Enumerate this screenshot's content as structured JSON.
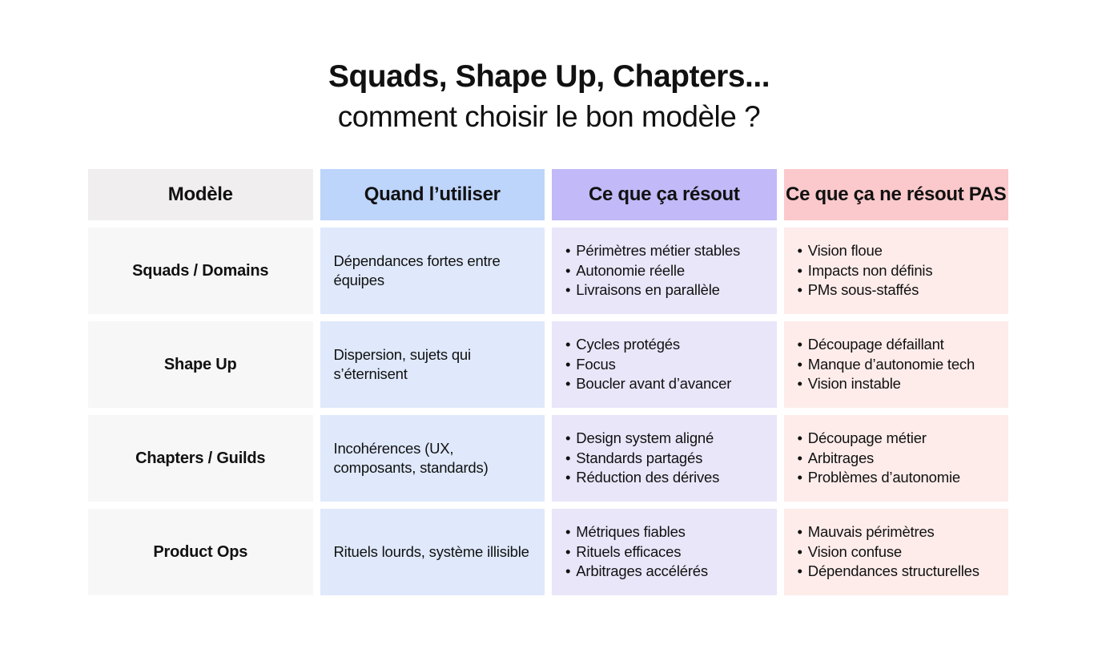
{
  "title": {
    "line1": "Squads, Shape Up, Chapters...",
    "line2": "comment choisir le bon modèle ?"
  },
  "colors": {
    "header_gray": "#f0eeee",
    "header_blue": "#bdd4fb",
    "header_purple": "#c1b9f8",
    "header_pink": "#fbc9cb",
    "body_gray": "#f8f7f7",
    "body_blue": "#dfe9fb",
    "body_purple": "#e9e6fa",
    "body_pink": "#fdecea",
    "text": "#111111",
    "background": "#ffffff"
  },
  "table": {
    "headers": [
      "Modèle",
      "Quand l’utiliser",
      "Ce que ça résout",
      "Ce que ça ne résout PAS"
    ],
    "rows": [
      {
        "model": "Squads / Domains",
        "when": "Dépendances fortes entre équipes",
        "solves": [
          "Périmètres métier stables",
          "Autonomie réelle",
          "Livraisons en parallèle"
        ],
        "not_solves": [
          "Vision floue",
          "Impacts non définis",
          "PMs sous-staffés"
        ]
      },
      {
        "model": "Shape Up",
        "when": "Dispersion, sujets qui s’éternisent",
        "solves": [
          "Cycles protégés",
          "Focus",
          "Boucler avant d’avancer"
        ],
        "not_solves": [
          "Découpage défaillant",
          "Manque d’autonomie tech",
          "Vision instable"
        ]
      },
      {
        "model": "Chapters / Guilds",
        "when": "Incohérences (UX, composants, standards)",
        "solves": [
          "Design system aligné",
          "Standards partagés",
          "Réduction des dérives"
        ],
        "not_solves": [
          "Découpage métier",
          "Arbitrages",
          "Problèmes d’autonomie"
        ]
      },
      {
        "model": "Product Ops",
        "when": "Rituels lourds, système illisible",
        "solves": [
          "Métriques fiables",
          "Rituels efficaces",
          "Arbitrages accélérés"
        ],
        "not_solves": [
          "Mauvais périmètres",
          "Vision confuse",
          "Dépendances structurelles"
        ]
      }
    ]
  }
}
